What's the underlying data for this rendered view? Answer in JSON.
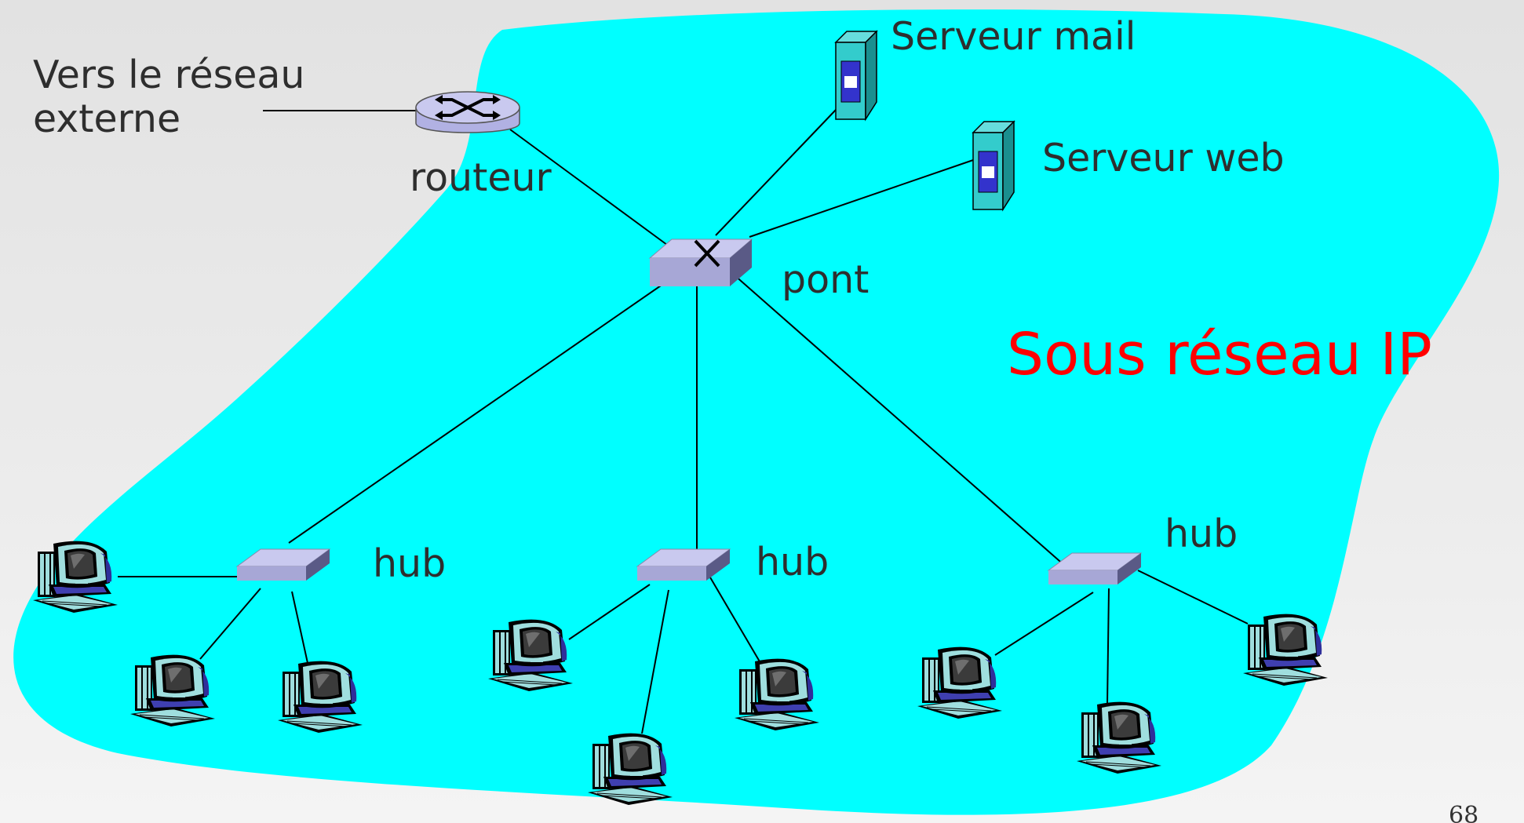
{
  "labels": {
    "external_line1": "Vers le réseau",
    "external_line2": "externe",
    "router": "routeur",
    "mail_server": "Serveur mail",
    "web_server": "Serveur web",
    "bridge": "pont",
    "hub1": "hub",
    "hub2": "hub",
    "hub3": "hub",
    "subnet": "Sous réseau IP",
    "page_number": "68"
  },
  "colors": {
    "subnet_fill": "#00ffff",
    "subnet_label": "#ff0000",
    "device_lavender": "#b7b7ea",
    "server_teal": "#33cccc",
    "server_panel": "#3333cc"
  },
  "icons": {
    "router": "router-icon",
    "bridge": "bridge-icon",
    "hub": "hub-icon",
    "server": "server-tower-icon",
    "computer": "desktop-computer-icon"
  }
}
